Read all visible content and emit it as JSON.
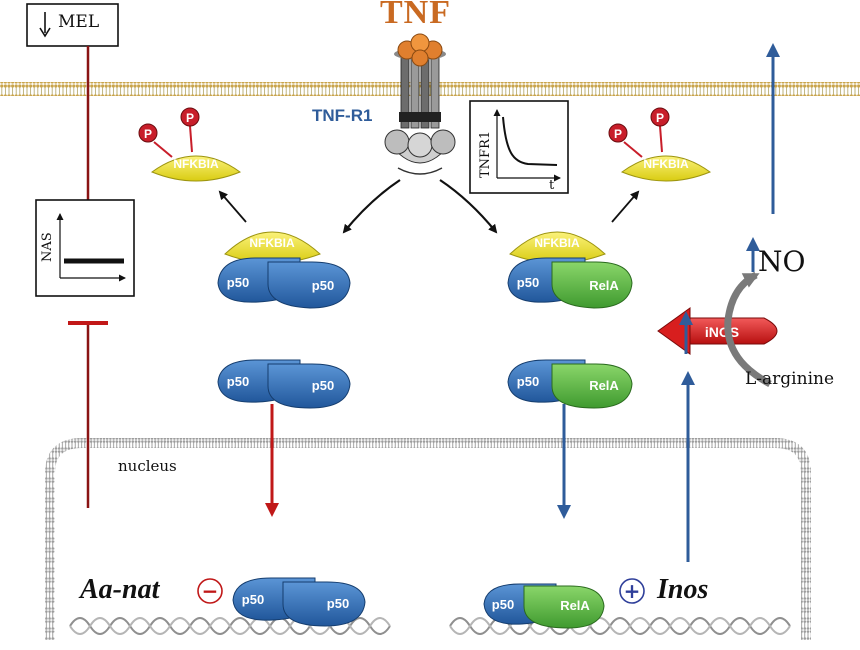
{
  "labels": {
    "tnf": "TNF",
    "tnf_r1": "TNF-R1",
    "mel": "MEL",
    "nucleus": "nucleus",
    "no": "NO",
    "l_arginine": "L-arginine",
    "aa_nat": "Aa-nat",
    "inos_gene": "Inos"
  },
  "proteins": {
    "nfkbia": "NFKBIA",
    "p50": "p50",
    "rela": "RelA",
    "inos_enzyme": "iNOS",
    "phospho": "P"
  },
  "graphs": {
    "nas_axis": "NAS",
    "tnfr1_axis": "TNFR1",
    "time_axis": "t"
  },
  "signs": {
    "minus": "−",
    "plus": "+"
  },
  "colors": {
    "tnf_orange": "#c96a22",
    "blue_arrow": "#2f5c9a",
    "inhibit_red": "#a11616",
    "nfkbia_yellow": "#f0e62a",
    "p50_blue": "#2e6fb5",
    "rela_green": "#55b040",
    "inos_red": "#d81e1e",
    "phospho_red": "#c81e2a"
  }
}
